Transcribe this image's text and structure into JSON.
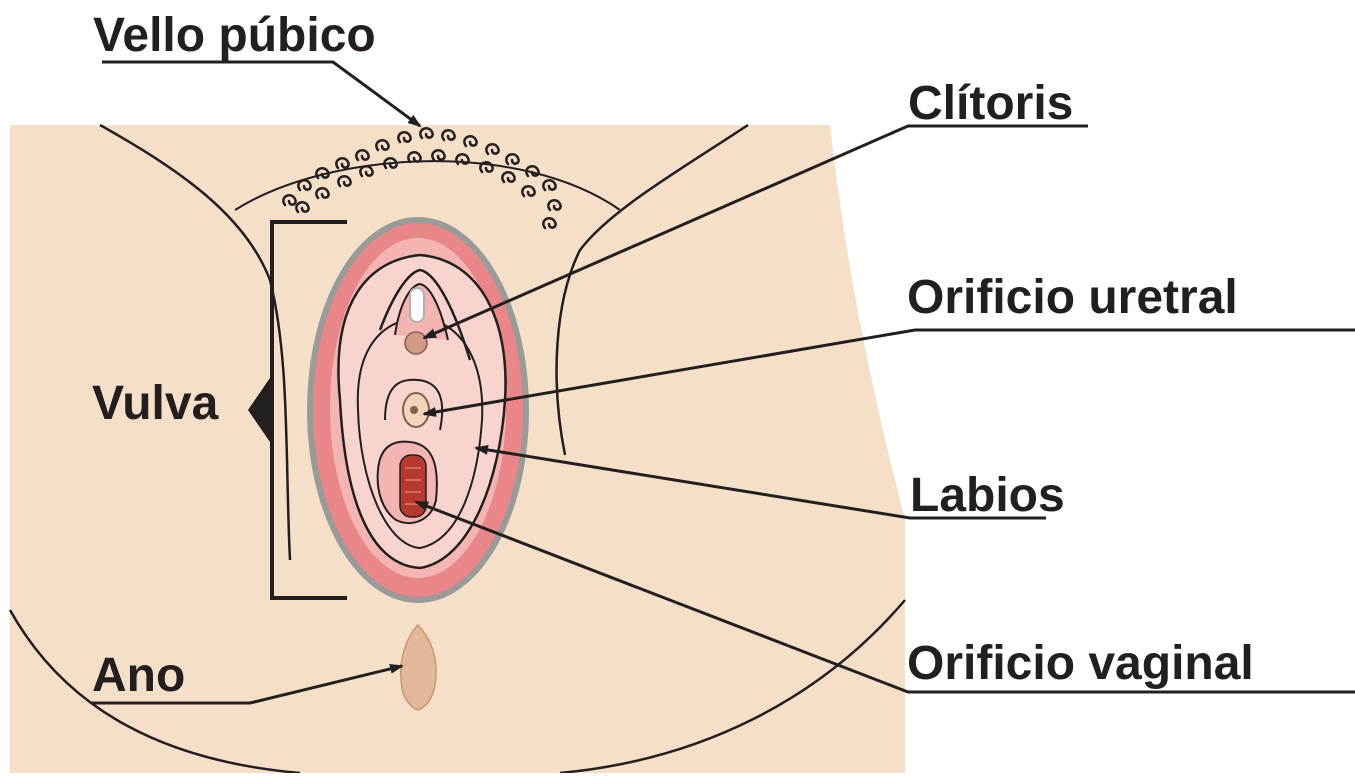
{
  "labels": {
    "vello_pubico": "Vello púbico",
    "clitoris": "Clítoris",
    "orificio_uretral": "Orificio uretral",
    "labios": "Labios",
    "orificio_vaginal": "Orificio vaginal",
    "vulva": "Vulva",
    "ano": "Ano"
  },
  "colors": {
    "skin": "#f5dfc8",
    "outline": "#231f20",
    "labia_outer": "#e9868a",
    "labia_inner": "#f3b4b2",
    "tissue_light": "#f9d4cf",
    "vaginal_red": "#b5392f",
    "anus": "#e2b79a"
  }
}
